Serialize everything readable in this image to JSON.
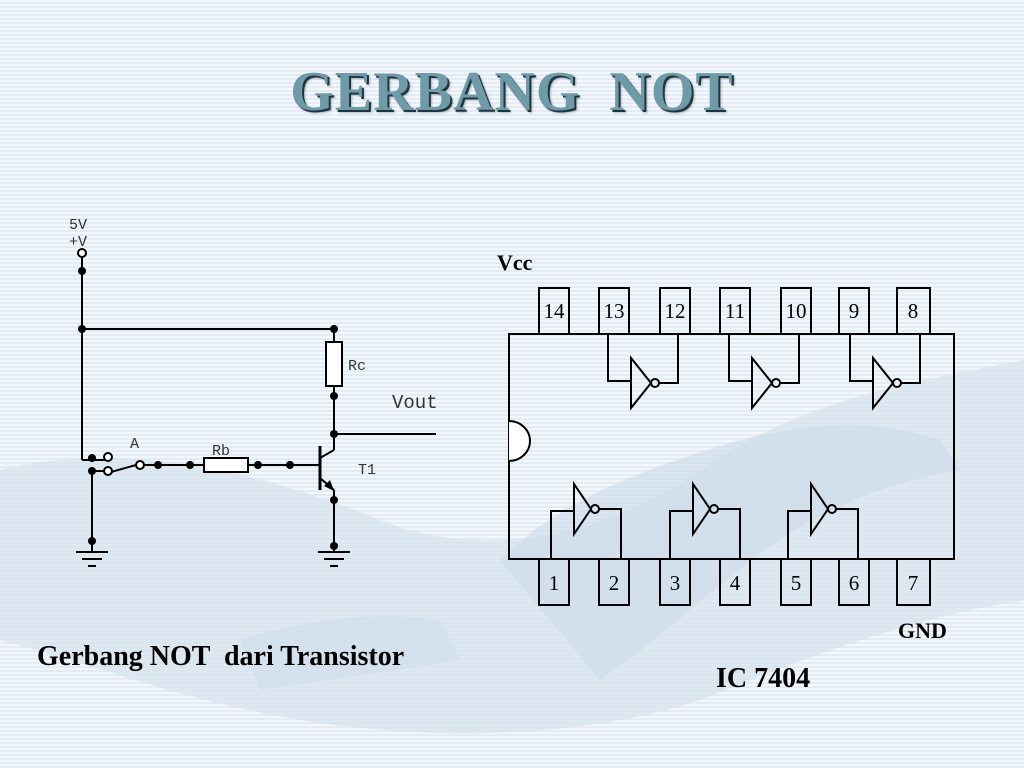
{
  "slide": {
    "title": "GERBANG  NOT",
    "caption_left": "Gerbang NOT  dari Transistor",
    "caption_right": "IC 7404"
  },
  "transistor_circuit": {
    "supply_label_top": "5V",
    "supply_label_bottom": "+V",
    "switch_label": "A",
    "base_resistor_label": "Rb",
    "collector_resistor_label": "Rc",
    "output_label": "Vout",
    "transistor_label": "T1"
  },
  "ic_7404": {
    "vcc_label": "Vcc",
    "gnd_label": "GND",
    "top_pins": [
      "14",
      "13",
      "12",
      "11",
      "10",
      "9",
      "8"
    ],
    "bottom_pins": [
      "1",
      "2",
      "3",
      "4",
      "5",
      "6",
      "7"
    ]
  },
  "colors": {
    "title": "#6f9aa8",
    "title_shadow": "#1f3640",
    "line": "#000000"
  }
}
